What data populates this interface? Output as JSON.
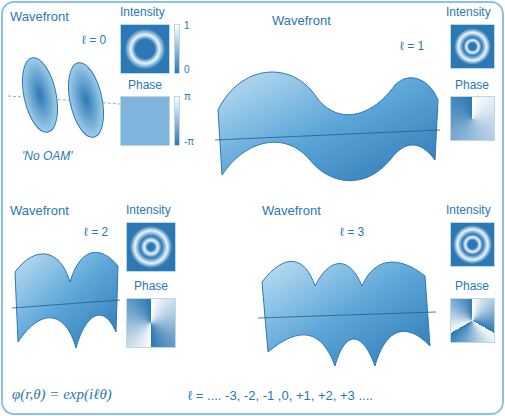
{
  "diagram": {
    "labels": [
      "Wavefront",
      "Intensity",
      "ℓ = 0",
      "1",
      "0",
      "Phase",
      "π",
      "-π",
      "'No OAM'",
      "Wavefront",
      "Intensity",
      "ℓ = 1",
      "Phase",
      "Wavefront",
      "Intensity",
      "ℓ = 2",
      "Phase",
      "Wavefront",
      "Intensity",
      "ℓ = 3",
      "Phase",
      "φ(r,θ) = exp(iℓθ)",
      "ℓ = .... -3, -2, -1 ,0, +1, +2, +3 ...."
    ]
  }
}
